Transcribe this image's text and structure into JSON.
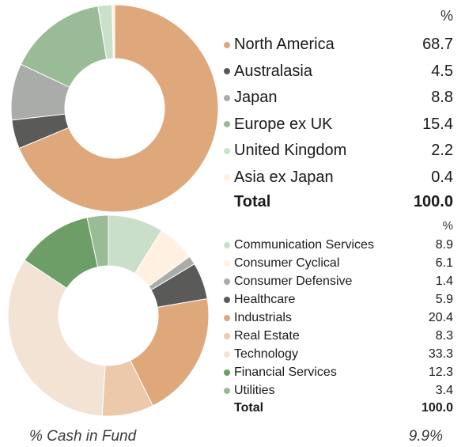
{
  "chart_data": [
    {
      "type": "pie",
      "title": "",
      "unit_header": "%",
      "categories": [
        "North America",
        "Australasia",
        "Japan",
        "Europe ex UK",
        "United Kingdom",
        "Asia ex Japan"
      ],
      "values": [
        68.7,
        4.5,
        8.8,
        15.4,
        2.2,
        0.4
      ],
      "colors": [
        "#dfa87b",
        "#5a5b59",
        "#aaaca9",
        "#99bb95",
        "#cbe0cb",
        "#fff0e0"
      ],
      "total_label": "Total",
      "total_value": "100.0"
    },
    {
      "type": "pie",
      "title": "",
      "unit_header": "%",
      "categories": [
        "Communication Services",
        "Consumer Cyclical",
        "Consumer Defensive",
        "Healthcare",
        "Industrials",
        "Real Estate",
        "Technology",
        "Financial Services",
        "Utilities"
      ],
      "values": [
        8.9,
        6.1,
        1.4,
        5.9,
        20.4,
        8.3,
        33.3,
        12.3,
        3.4
      ],
      "colors": [
        "#cadfca",
        "#fff0e2",
        "#aaaca9",
        "#5a5b59",
        "#dfa87b",
        "#ebc9aa",
        "#f3e3d5",
        "#6d9e67",
        "#99bb95"
      ],
      "total_label": "Total",
      "total_value": "100.0"
    }
  ],
  "footer": {
    "cash_label": "% Cash in Fund",
    "cash_value": "9.9%"
  }
}
